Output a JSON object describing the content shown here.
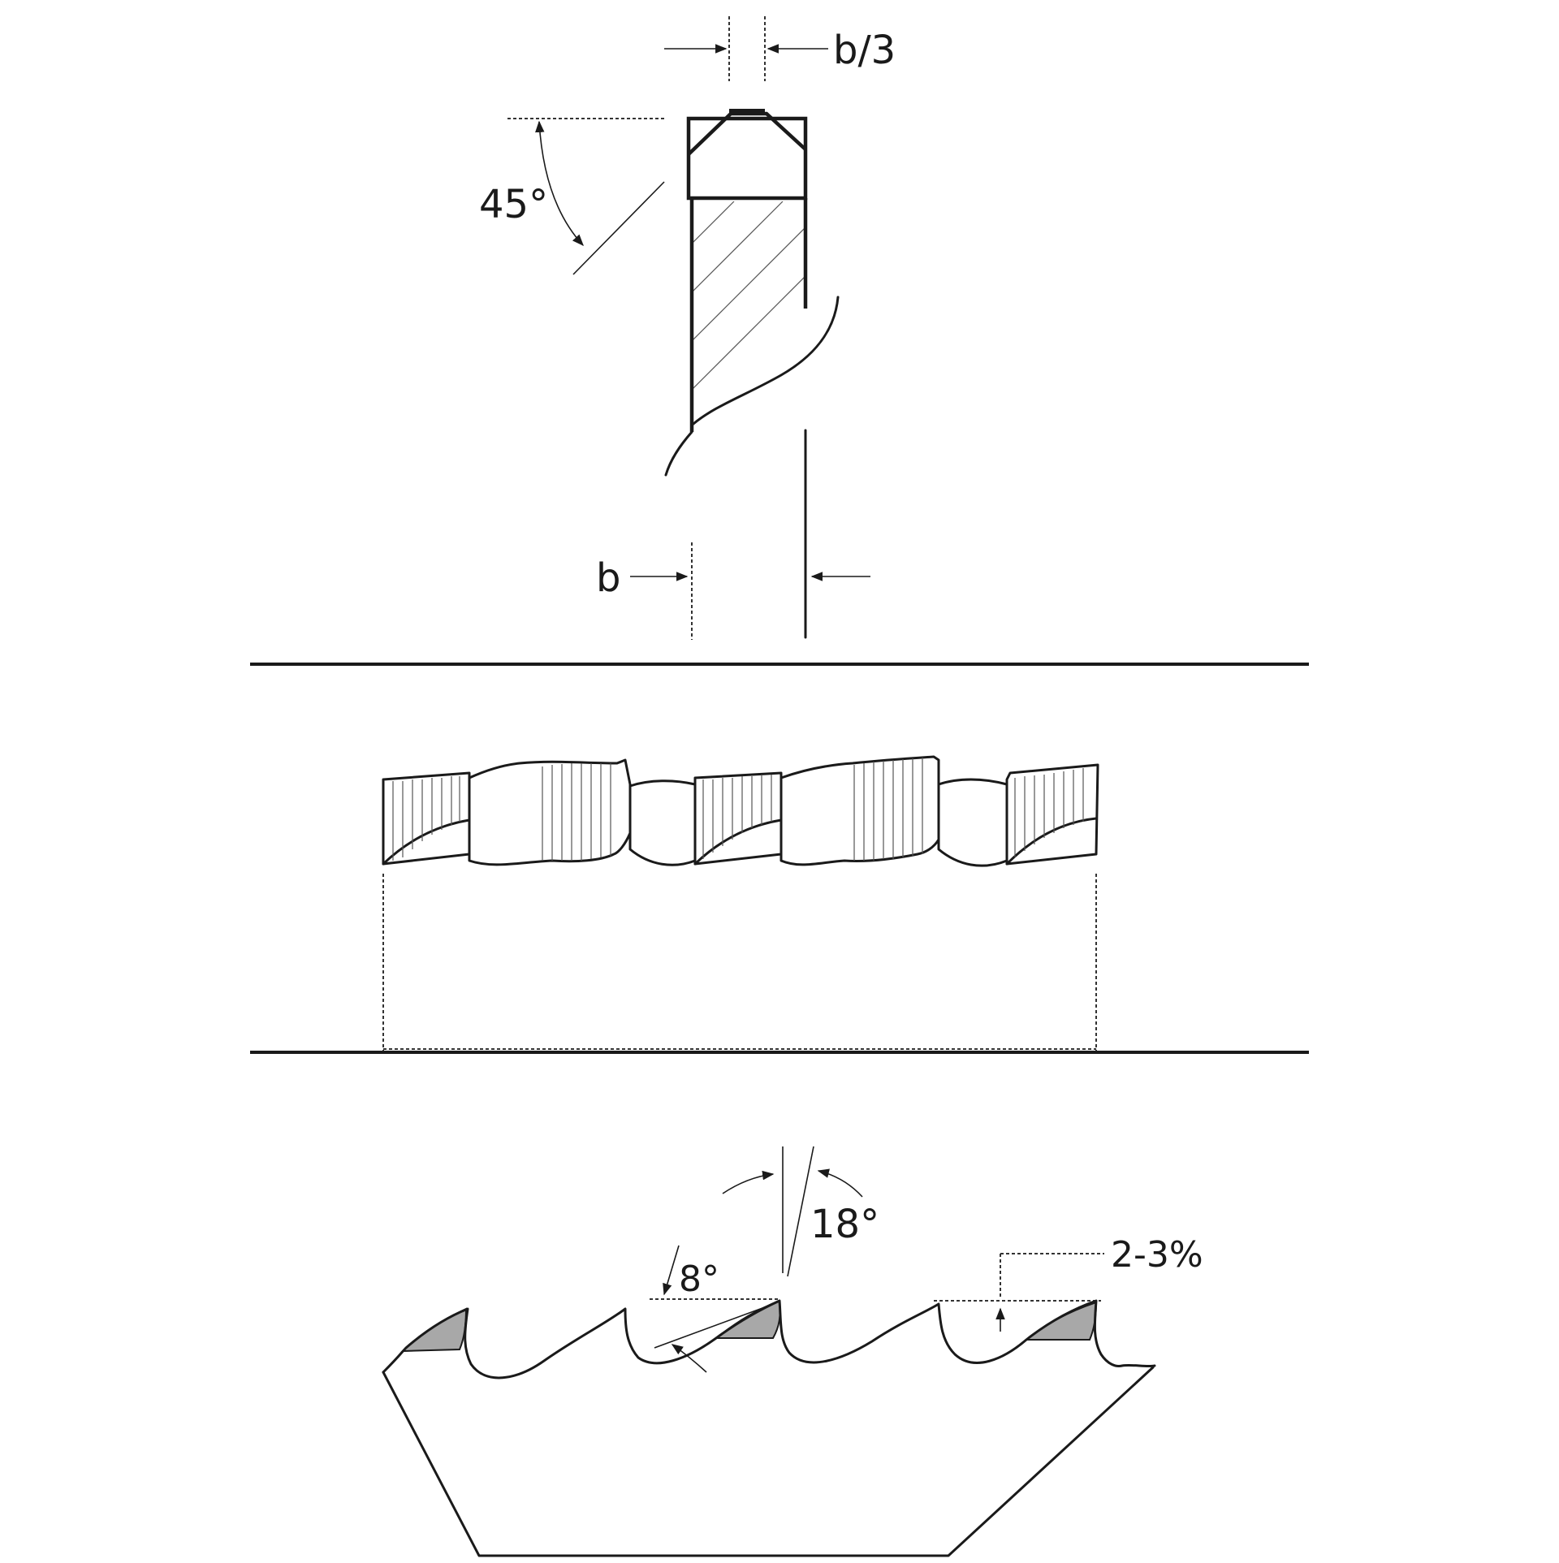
{
  "labels": {
    "set_width_fraction": "b/3",
    "bevel_angle": "45°",
    "blade_thickness": "b",
    "hook_angle": "18°",
    "clearance_angle": "8°",
    "tip_drop": "2-3%"
  },
  "colors": {
    "ink": "#1a1a1a",
    "tooth_tip_fill": "#a8a8a8",
    "background": "#ffffff"
  }
}
